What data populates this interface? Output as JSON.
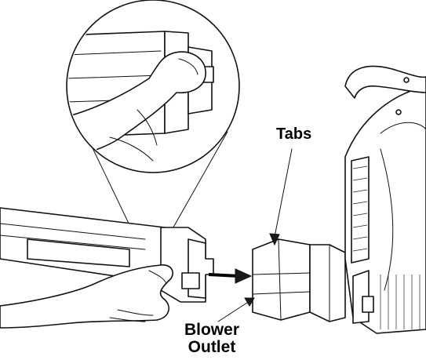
{
  "labels": {
    "tabs": "Tabs",
    "blower_outlet_line1": "Blower",
    "blower_outlet_line2": "Outlet"
  },
  "colors": {
    "ink": "#111111",
    "background": "#ffffff"
  }
}
